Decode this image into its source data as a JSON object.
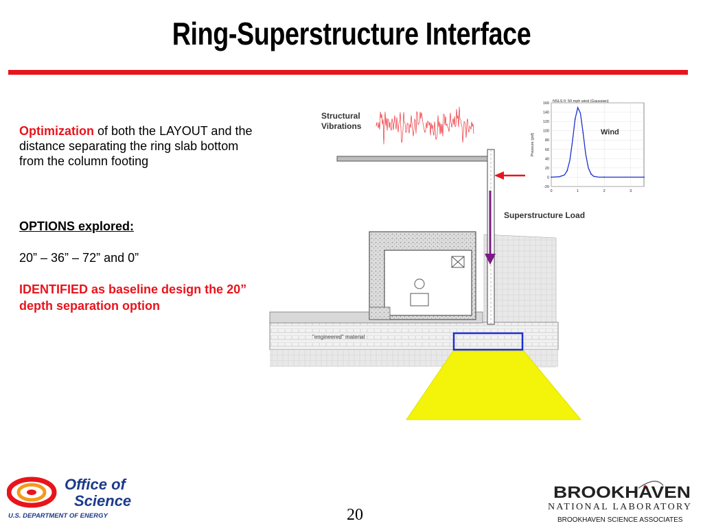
{
  "slide": {
    "title": "Ring-Superstructure Interface",
    "page_number": "20"
  },
  "left": {
    "optimization_word": "Optimization",
    "optimization_rest": " of both the LAYOUT and the distance separating the ring slab bottom from the column footing",
    "options_heading": "OPTIONS explored:",
    "options_values": "20” – 36” – 72” and 0”",
    "identified": "IDENTIFIED as baseline design the 20” depth separation option"
  },
  "figure": {
    "structural_vibrations": [
      "Structural",
      "Vibrations"
    ],
    "superstructure_load": "Superstructure Load",
    "engineered_material": "\"engineered\" material",
    "inset_chart_title": "NSLS II: 50 mph wind (Gaussian)",
    "inset_ylabel": "Pressure (psf)",
    "inset_series_label": "Wind",
    "colors": {
      "arrow_red": "#e8141c",
      "arrow_purple": "#7b1a86",
      "footing_blue": "#1c2fd0",
      "pressure_cone": "#f4f40a",
      "vibration_trace": "#e8141c",
      "wind_curve": "#1a2fd0"
    }
  },
  "chart_data": {
    "type": "line",
    "title": "NSLS II: 50 mph wind (Gaussian)",
    "xlabel": "",
    "ylabel": "Pressure (psf)",
    "xlim": [
      0,
      3.5
    ],
    "ylim": [
      -20,
      160
    ],
    "x_ticks": [
      "0",
      "1",
      "2",
      "3"
    ],
    "y_ticks": [
      "-20",
      "0",
      "20",
      "40",
      "60",
      "80",
      "100",
      "120",
      "140",
      "160"
    ],
    "series": [
      {
        "name": "Wind",
        "x": [
          0.0,
          0.3,
          0.5,
          0.6,
          0.7,
          0.8,
          0.9,
          1.0,
          1.1,
          1.2,
          1.3,
          1.4,
          1.5,
          1.6,
          1.8,
          2.0,
          2.5,
          3.0,
          3.5
        ],
        "y": [
          0,
          1,
          5,
          14,
          36,
          78,
          125,
          150,
          138,
          96,
          50,
          20,
          7,
          2,
          0,
          0,
          0,
          0,
          0
        ]
      }
    ],
    "grid": true
  },
  "footer": {
    "doe_logo_line1": "Office of",
    "doe_logo_line2": "Science",
    "doe_logo_caption": "U.S. DEPARTMENT OF ENERGY",
    "bnl_logo_line1": "BROOKHAVEN",
    "bnl_logo_line2": "NATIONAL LABORATORY",
    "bnl_associates": "BROOKHAVEN SCIENCE ASSOCIATES"
  }
}
